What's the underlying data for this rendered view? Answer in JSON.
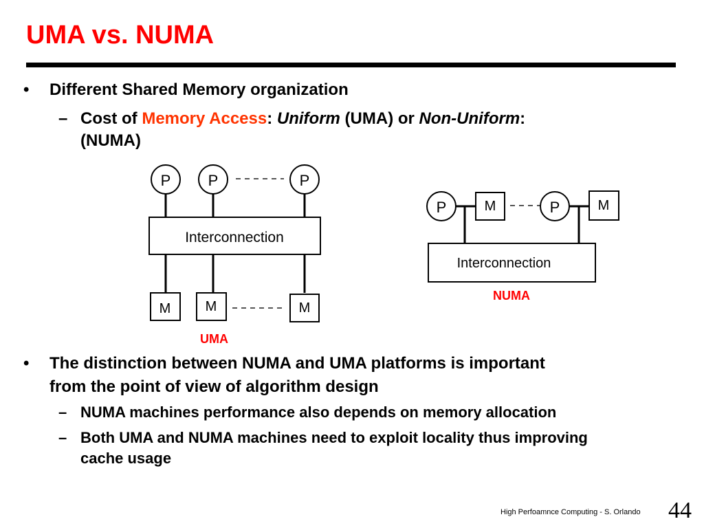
{
  "slide": {
    "title": "UMA vs. NUMA",
    "bullets": {
      "b1": "Different Shared Memory organization",
      "b1_sub1": {
        "part1": "Cost of ",
        "part2": "Memory Access",
        "part3": ": ",
        "part4": "Uniform",
        "part5": " (UMA) or ",
        "part6": "Non-Uniform",
        "part7": ":",
        "line2": "(NUMA)"
      },
      "b2_line1": "The distinction between NUMA and UMA platforms is important",
      "b2_line2": "from the point of view of algorithm design",
      "b2_sub1": "NUMA machines performance also depends on memory allocation",
      "b2_sub2_line1": "Both UMA and NUMA machines need to exploit locality thus improving",
      "b2_sub2_line2": "cache usage",
      "bullet_char": "•",
      "dash_char": "–"
    },
    "uma": {
      "caption": "UMA",
      "processor_label": "P",
      "memory_label": "M",
      "interconnect_label": "Interconnection"
    },
    "numa": {
      "caption": "NUMA",
      "processor_label": "P",
      "memory_label": "M",
      "interconnect_label": "Interconnection"
    },
    "footer": "High Perfoamnce Computing - S. Orlando",
    "page_number": "44",
    "colors": {
      "title": "#ff0000",
      "accent": "#ff3300",
      "text": "#000000"
    }
  }
}
